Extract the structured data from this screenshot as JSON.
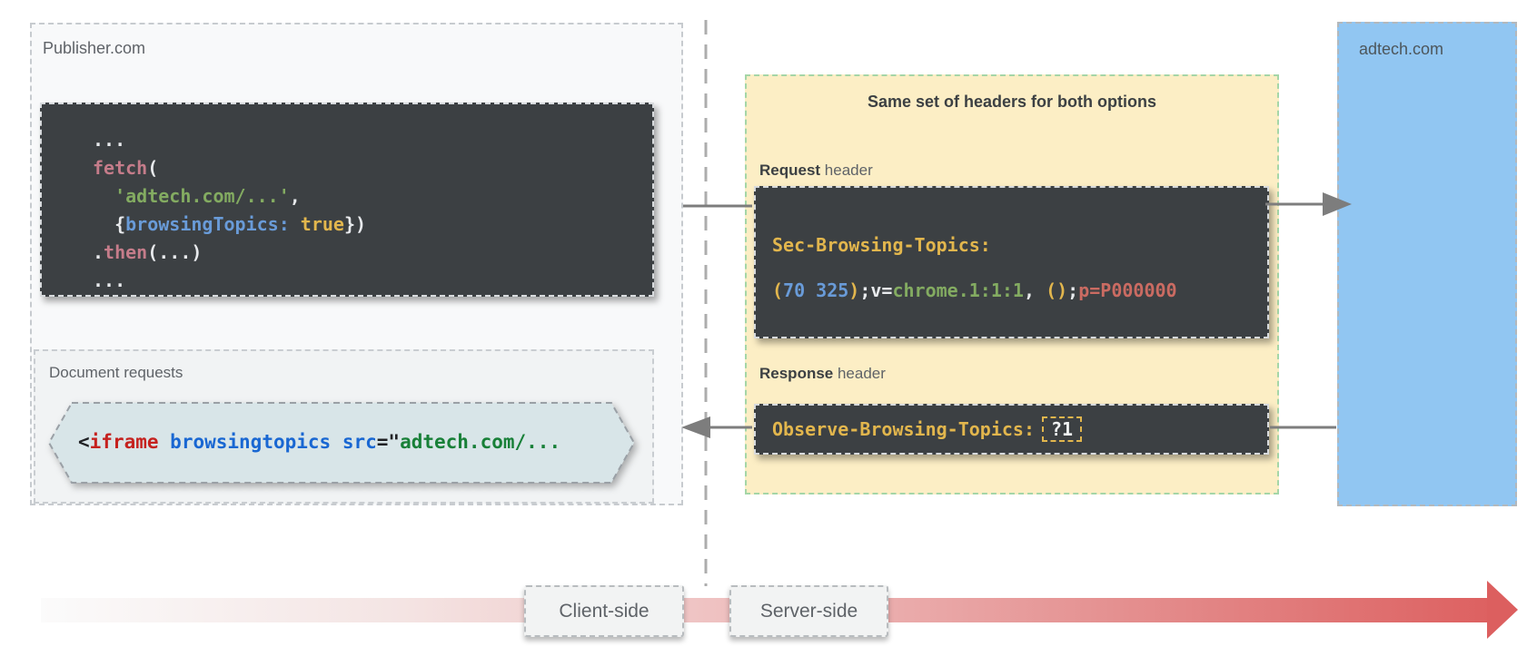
{
  "colors": {
    "code_block_bg": "#3c4043",
    "publisher_bg": "#f8f9fa",
    "doc_requests_bg": "#f1f3f4",
    "hexagon_bg": "#d8e5e8",
    "headers_panel_bg": "#fceec5",
    "headers_panel_border": "#a5d6a7",
    "adtech_bg": "#91c6f2",
    "timeline_red": "#dc5f5f",
    "label_gray": "#5f6368",
    "code_white": "#e8eaed",
    "code_pink": "#c57c8a",
    "code_green": "#83ab61",
    "code_blue": "#699bd8",
    "code_yellow": "#e2b64d",
    "code_red": "#ca6b62",
    "iframe_red": "#c5221f",
    "iframe_blue": "#1967d2",
    "iframe_green": "#188038"
  },
  "publisher": {
    "label": "Publisher.com",
    "fetch_code": [
      [
        {
          "t": "...",
          "c": "white"
        }
      ],
      [
        {
          "t": "fetch",
          "c": "pink"
        },
        {
          "t": "(",
          "c": "white"
        }
      ],
      [
        {
          "t": "  ",
          "c": "white"
        },
        {
          "t": "'adtech.com/...'",
          "c": "green"
        },
        {
          "t": ",",
          "c": "white"
        }
      ],
      [
        {
          "t": "  {",
          "c": "white"
        },
        {
          "t": "browsingTopics:",
          "c": "blue"
        },
        {
          "t": " ",
          "c": "white"
        },
        {
          "t": "true",
          "c": "yellow"
        },
        {
          "t": "})",
          "c": "white"
        }
      ],
      [
        {
          "t": ".",
          "c": "white"
        },
        {
          "t": "then",
          "c": "pink"
        },
        {
          "t": "(...)",
          "c": "white"
        }
      ],
      [
        {
          "t": "...",
          "c": "white"
        }
      ]
    ],
    "document_requests": {
      "label": "Document requests",
      "iframe_code": [
        {
          "t": "<",
          "c": "dark"
        },
        {
          "t": "iframe",
          "c": "red2"
        },
        {
          "t": " ",
          "c": "dark"
        },
        {
          "t": "browsingtopics",
          "c": "blue2"
        },
        {
          "t": " ",
          "c": "dark"
        },
        {
          "t": "src",
          "c": "blue2"
        },
        {
          "t": "=\"",
          "c": "dark"
        },
        {
          "t": "adtech.com/...",
          "c": "green2"
        }
      ]
    }
  },
  "headers_panel": {
    "title": "Same set of headers for both options",
    "request": {
      "label_bold": "Request",
      "label_rest": " header",
      "code": [
        [
          {
            "t": "Sec-Browsing-Topics:",
            "c": "yellow"
          }
        ],
        [
          {
            "t": "(",
            "c": "yellow"
          },
          {
            "t": "70 325",
            "c": "blue"
          },
          {
            "t": ")",
            "c": "yellow"
          },
          {
            "t": ";v=",
            "c": "white"
          },
          {
            "t": "chrome.1:1:1",
            "c": "green"
          },
          {
            "t": ", ",
            "c": "white"
          },
          {
            "t": "()",
            "c": "yellow"
          },
          {
            "t": ";",
            "c": "white"
          },
          {
            "t": "p=P000000",
            "c": "red"
          }
        ]
      ]
    },
    "response": {
      "label_bold": "Response",
      "label_rest": " header",
      "code": [
        [
          {
            "t": "Observe-Browsing-Topics:",
            "c": "yellow"
          }
        ]
      ],
      "badge": "?1"
    }
  },
  "adtech": {
    "label": "adtech.com"
  },
  "timeline": {
    "client_label": "Client-side",
    "server_label": "Server-side"
  }
}
